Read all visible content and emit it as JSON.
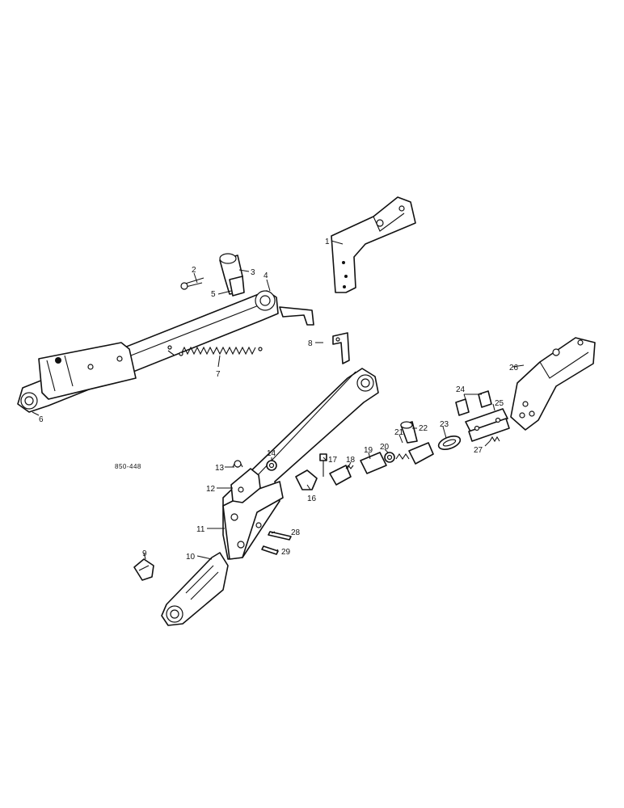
{
  "figure_code": "850-448",
  "callouts": [
    "1",
    "2",
    "3",
    "4",
    "5",
    "6",
    "7",
    "8",
    "9",
    "10",
    "11",
    "12",
    "13",
    "14",
    "16",
    "17",
    "18",
    "19",
    "20",
    "21",
    "22",
    "23",
    "24",
    "25",
    "26",
    "27",
    "28",
    "29"
  ]
}
